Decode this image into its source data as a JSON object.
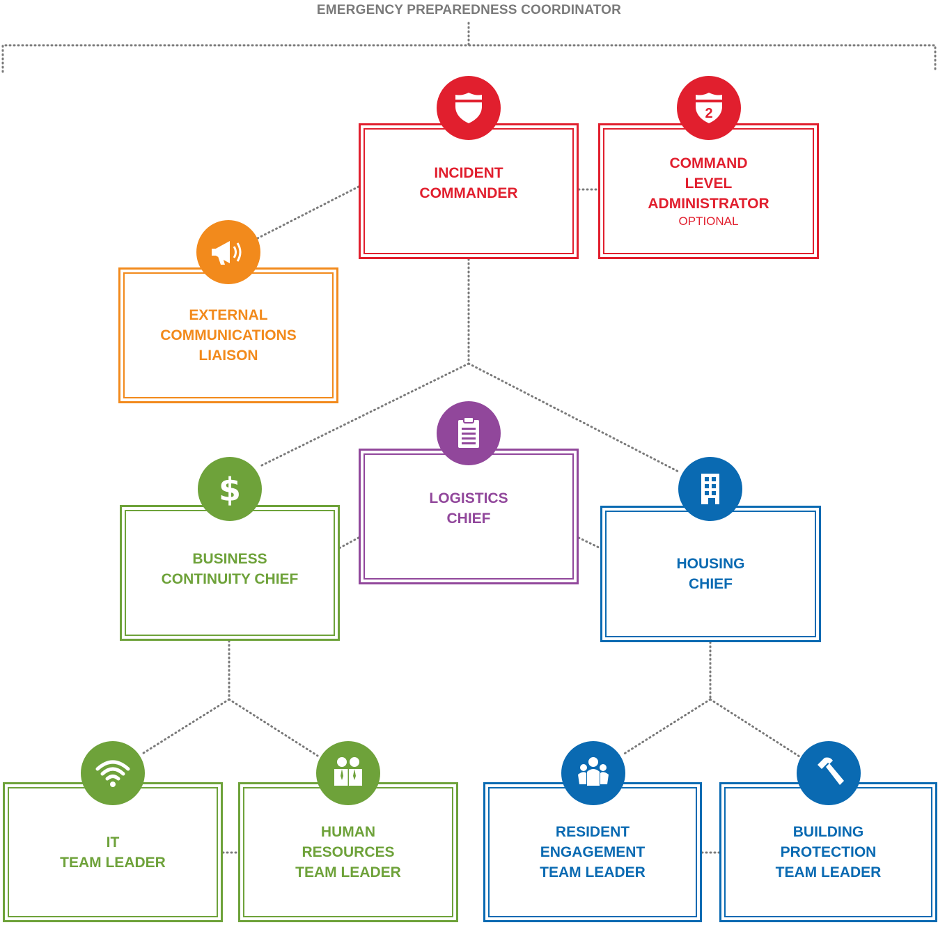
{
  "title": "EMERGENCY PREPAREDNESS COORDINATOR",
  "colors": {
    "red": "#e11f2e",
    "orange": "#f28a1c",
    "green": "#6ea23a",
    "purple": "#91479b",
    "blue": "#0a6ab2",
    "connector": "#7a7a7a"
  },
  "roles": {
    "incident_commander": {
      "lines": [
        "INCIDENT",
        "COMMANDER"
      ],
      "icon": "shield-icon",
      "color": "red"
    },
    "command_level_administrator": {
      "lines": [
        "COMMAND",
        "LEVEL",
        "ADMINISTRATOR"
      ],
      "note": "OPTIONAL",
      "icon": "shield-2-icon",
      "badge": "2",
      "color": "red"
    },
    "external_communications_liaison": {
      "lines": [
        "EXTERNAL",
        "COMMUNICATIONS",
        "LIAISON"
      ],
      "icon": "megaphone-icon",
      "color": "orange"
    },
    "logistics_chief": {
      "lines": [
        "LOGISTICS",
        "CHIEF"
      ],
      "icon": "clipboard-icon",
      "color": "purple"
    },
    "business_continuity_chief": {
      "lines": [
        "BUSINESS",
        "CONTINUITY CHIEF"
      ],
      "icon": "dollar-icon",
      "color": "green"
    },
    "housing_chief": {
      "lines": [
        "HOUSING",
        "CHIEF"
      ],
      "icon": "building-icon",
      "color": "blue"
    },
    "it_team_leader": {
      "lines": [
        "IT",
        "TEAM LEADER"
      ],
      "icon": "wifi-icon",
      "color": "green"
    },
    "human_resources_team_leader": {
      "lines": [
        "HUMAN",
        "RESOURCES",
        "TEAM LEADER"
      ],
      "icon": "people-icon",
      "color": "green"
    },
    "resident_engagement_team_leader": {
      "lines": [
        "RESIDENT",
        "ENGAGEMENT",
        "TEAM LEADER"
      ],
      "icon": "group-icon",
      "color": "blue"
    },
    "building_protection_team_leader": {
      "lines": [
        "BUILDING",
        "PROTECTION",
        "TEAM LEADER"
      ],
      "icon": "hammer-icon",
      "color": "blue"
    }
  }
}
